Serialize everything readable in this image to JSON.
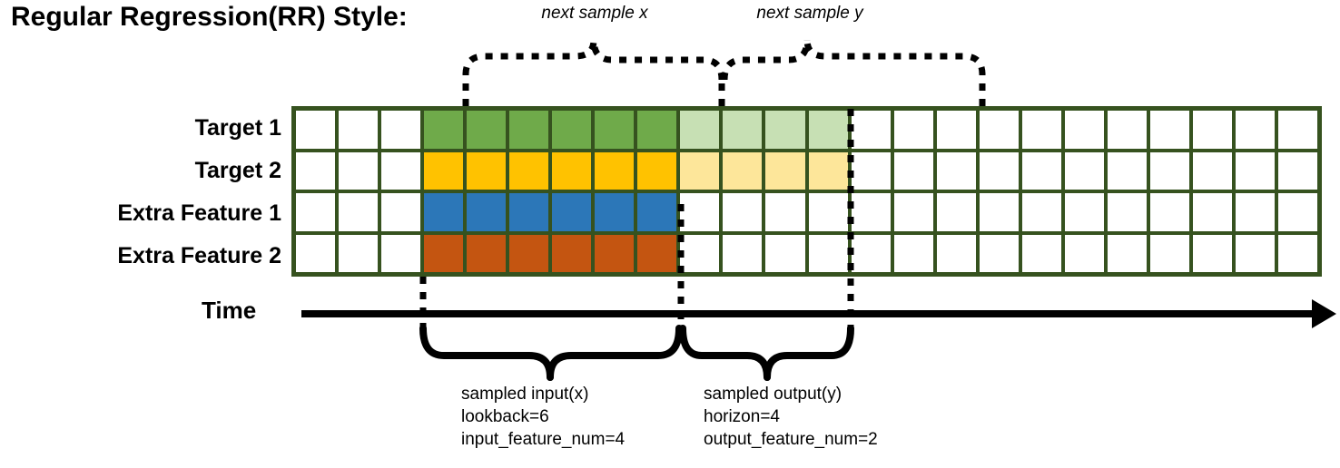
{
  "title": "Regular Regression(RR) Style:",
  "top_annotations": [
    {
      "label": "next sample x",
      "name": "next-sample-x"
    },
    {
      "label": "next sample y",
      "name": "next-sample-y"
    }
  ],
  "row_labels": [
    "Target 1",
    "Target 2",
    "Extra Feature 1",
    "Extra Feature 2"
  ],
  "axis": {
    "label": "Time",
    "direction": "right"
  },
  "colors": {
    "border": "#36521f",
    "empty": "#ffffff",
    "target1": "#6faa4a",
    "target1_light": "#c7e0b4",
    "target2": "#ffc200",
    "target2_light": "#fde69a",
    "extra1": "#2c77b8",
    "extra2": "#c45511",
    "axis": "#000000"
  },
  "grid": {
    "columns": 24,
    "rows": 4,
    "lead_empty": 3,
    "lookback_cols": 6,
    "horizon_cols": 4,
    "trailing_empty": 11,
    "fills": [
      [
        "#ffffff",
        "#ffffff",
        "#ffffff",
        "#6faa4a",
        "#6faa4a",
        "#6faa4a",
        "#6faa4a",
        "#6faa4a",
        "#6faa4a",
        "#c7e0b4",
        "#c7e0b4",
        "#c7e0b4",
        "#c7e0b4",
        "#ffffff",
        "#ffffff",
        "#ffffff",
        "#ffffff",
        "#ffffff",
        "#ffffff",
        "#ffffff",
        "#ffffff",
        "#ffffff",
        "#ffffff",
        "#ffffff"
      ],
      [
        "#ffffff",
        "#ffffff",
        "#ffffff",
        "#ffc200",
        "#ffc200",
        "#ffc200",
        "#ffc200",
        "#ffc200",
        "#ffc200",
        "#fde69a",
        "#fde69a",
        "#fde69a",
        "#fde69a",
        "#ffffff",
        "#ffffff",
        "#ffffff",
        "#ffffff",
        "#ffffff",
        "#ffffff",
        "#ffffff",
        "#ffffff",
        "#ffffff",
        "#ffffff",
        "#ffffff"
      ],
      [
        "#ffffff",
        "#ffffff",
        "#ffffff",
        "#2c77b8",
        "#2c77b8",
        "#2c77b8",
        "#2c77b8",
        "#2c77b8",
        "#2c77b8",
        "#ffffff",
        "#ffffff",
        "#ffffff",
        "#ffffff",
        "#ffffff",
        "#ffffff",
        "#ffffff",
        "#ffffff",
        "#ffffff",
        "#ffffff",
        "#ffffff",
        "#ffffff",
        "#ffffff",
        "#ffffff",
        "#ffffff"
      ],
      [
        "#ffffff",
        "#ffffff",
        "#ffffff",
        "#c45511",
        "#c45511",
        "#c45511",
        "#c45511",
        "#c45511",
        "#c45511",
        "#ffffff",
        "#ffffff",
        "#ffffff",
        "#ffffff",
        "#ffffff",
        "#ffffff",
        "#ffffff",
        "#ffffff",
        "#ffffff",
        "#ffffff",
        "#ffffff",
        "#ffffff",
        "#ffffff",
        "#ffffff",
        "#ffffff"
      ]
    ]
  },
  "bottom_notes": [
    {
      "name": "sampled-input-note",
      "line1": "sampled input(x)",
      "line2": "lookback=6",
      "line3": "input_feature_num=4"
    },
    {
      "name": "sampled-output-note",
      "line1": "sampled output(y)",
      "line2": "horizon=4",
      "line3": "output_feature_num=2"
    }
  ]
}
